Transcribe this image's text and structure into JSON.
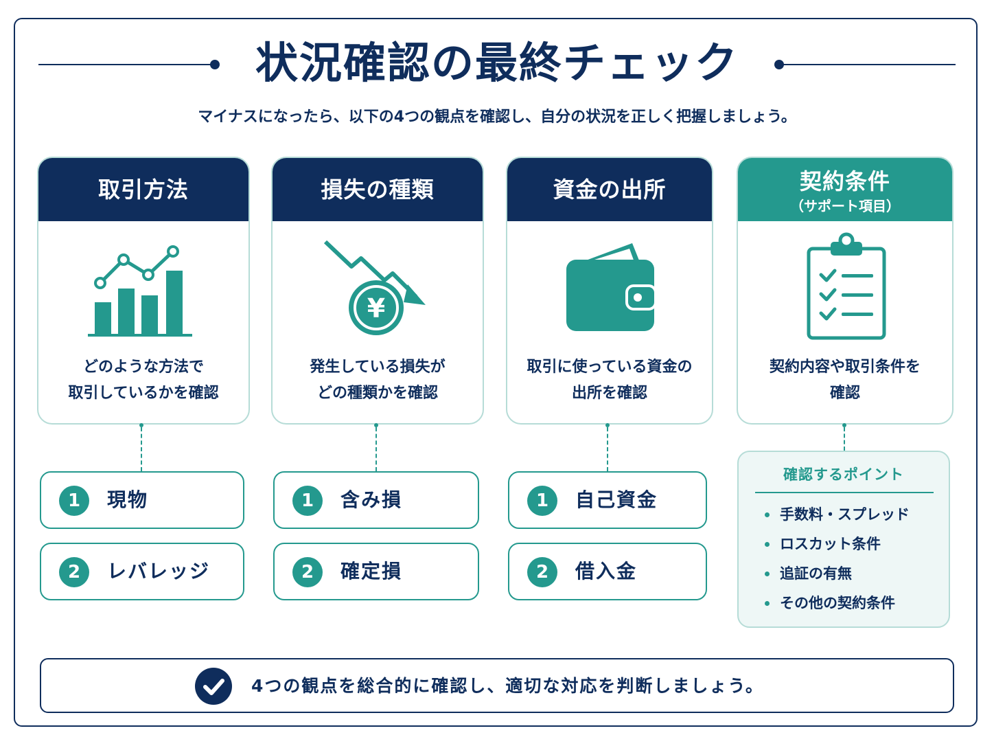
{
  "title": "状況確認の最終チェック",
  "subtitle": "マイナスになったら、以下の4つの観点を確認し、自分の状況を正しく把握しましょう。",
  "colors": {
    "navy": "#0f2d5c",
    "teal": "#24998e",
    "border_light": "#b6dcd7",
    "panel_bg": "#eef7f6"
  },
  "cards": [
    {
      "heading": "取引方法",
      "icon": "bar-chart-icon",
      "desc_line1": "どのような方法で",
      "desc_line2": "取引しているかを確認",
      "items": [
        {
          "num": "1",
          "label": "現物"
        },
        {
          "num": "2",
          "label": "レバレッジ"
        }
      ]
    },
    {
      "heading": "損失の種類",
      "icon": "loss-yen-icon",
      "desc_line1": "発生している損失が",
      "desc_line2": "どの種類かを確認",
      "items": [
        {
          "num": "1",
          "label": "含み損"
        },
        {
          "num": "2",
          "label": "確定損"
        }
      ]
    },
    {
      "heading": "資金の出所",
      "icon": "wallet-icon",
      "desc_line1": "取引に使っている資金の",
      "desc_line2": "出所を確認",
      "items": [
        {
          "num": "1",
          "label": "自己資金"
        },
        {
          "num": "2",
          "label": "借入金"
        }
      ]
    },
    {
      "heading": "契約条件",
      "subheading": "（サポート項目）",
      "icon": "clipboard-checklist-icon",
      "desc_line1": "契約内容や取引条件を",
      "desc_line2": "確認",
      "points_title": "確認するポイント",
      "points": [
        "手数料・スプレッド",
        "ロスカット条件",
        "追証の有無",
        "その他の契約条件"
      ]
    }
  ],
  "footer": {
    "icon": "check-circle-icon",
    "text": "4つの観点を総合的に確認し、適切な対応を判断しましょう。"
  }
}
